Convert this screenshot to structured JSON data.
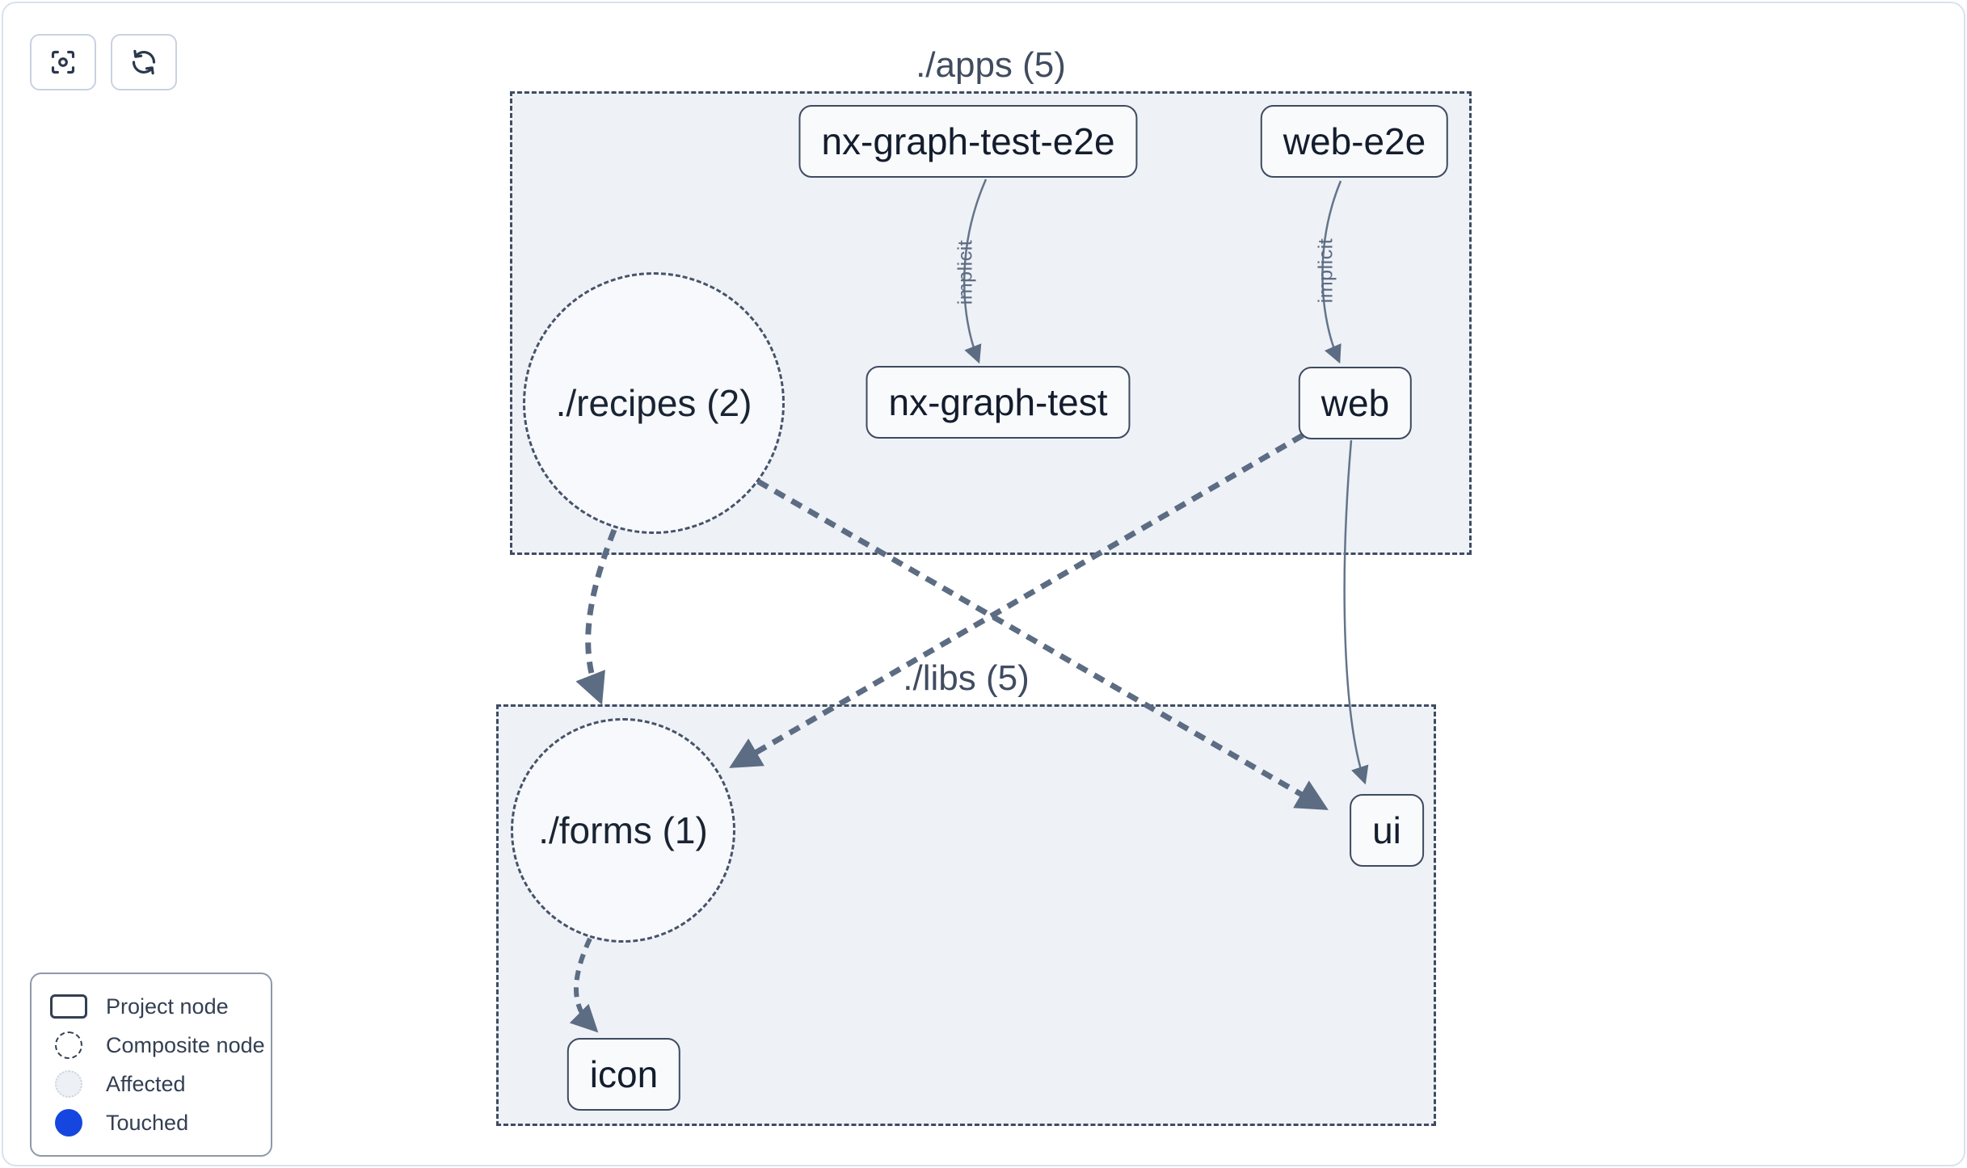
{
  "toolbar": {
    "focus_button": {
      "icon": "focus-center-icon",
      "action": "center graph"
    },
    "refresh_button": {
      "icon": "refresh-icon",
      "action": "refresh graph"
    }
  },
  "groups": {
    "apps": {
      "label": "./apps (5)"
    },
    "libs": {
      "label": "./libs (5)"
    }
  },
  "nodes": {
    "nx_graph_test_e2e": {
      "label": "nx-graph-test-e2e",
      "type": "project"
    },
    "web_e2e": {
      "label": "web-e2e",
      "type": "project"
    },
    "nx_graph_test": {
      "label": "nx-graph-test",
      "type": "project"
    },
    "web": {
      "label": "web",
      "type": "project"
    },
    "recipes": {
      "label": "./recipes (2)",
      "type": "composite"
    },
    "forms": {
      "label": "./forms (1)",
      "type": "composite"
    },
    "ui": {
      "label": "ui",
      "type": "project"
    },
    "icon": {
      "label": "icon",
      "type": "project"
    }
  },
  "edges": {
    "list": [
      {
        "from": "nx-graph-test-e2e",
        "to": "nx-graph-test",
        "label": "implicit",
        "style": "solid"
      },
      {
        "from": "web-e2e",
        "to": "web",
        "label": "implicit",
        "style": "solid"
      },
      {
        "from": "./recipes (2)",
        "to": "./forms (1)",
        "label": "",
        "style": "thick-dashed"
      },
      {
        "from": "./recipes (2)",
        "to": "ui",
        "label": "",
        "style": "thick-dashed"
      },
      {
        "from": "web",
        "to": "./forms (1)",
        "label": "",
        "style": "thick-dashed"
      },
      {
        "from": "web",
        "to": "ui",
        "label": "",
        "style": "solid"
      },
      {
        "from": "./forms (1)",
        "to": "icon",
        "label": "",
        "style": "thick-dashed"
      }
    ]
  },
  "legend": {
    "items": [
      {
        "label": "Project node",
        "shape": "rect"
      },
      {
        "label": "Composite node",
        "shape": "dashed-circle"
      },
      {
        "label": "Affected",
        "shape": "affected-circle"
      },
      {
        "label": "Touched",
        "shape": "touched-circle"
      }
    ]
  },
  "colors": {
    "group_fill": "#eef1f6",
    "group_border": "#3f4c61",
    "node_fill": "#f8fafc",
    "node_border": "#3e4a5f",
    "node_text": "#141d2e",
    "edge": "#5c6c83",
    "touched_blue": "#1546e0",
    "page_border": "#d9e1ec"
  }
}
